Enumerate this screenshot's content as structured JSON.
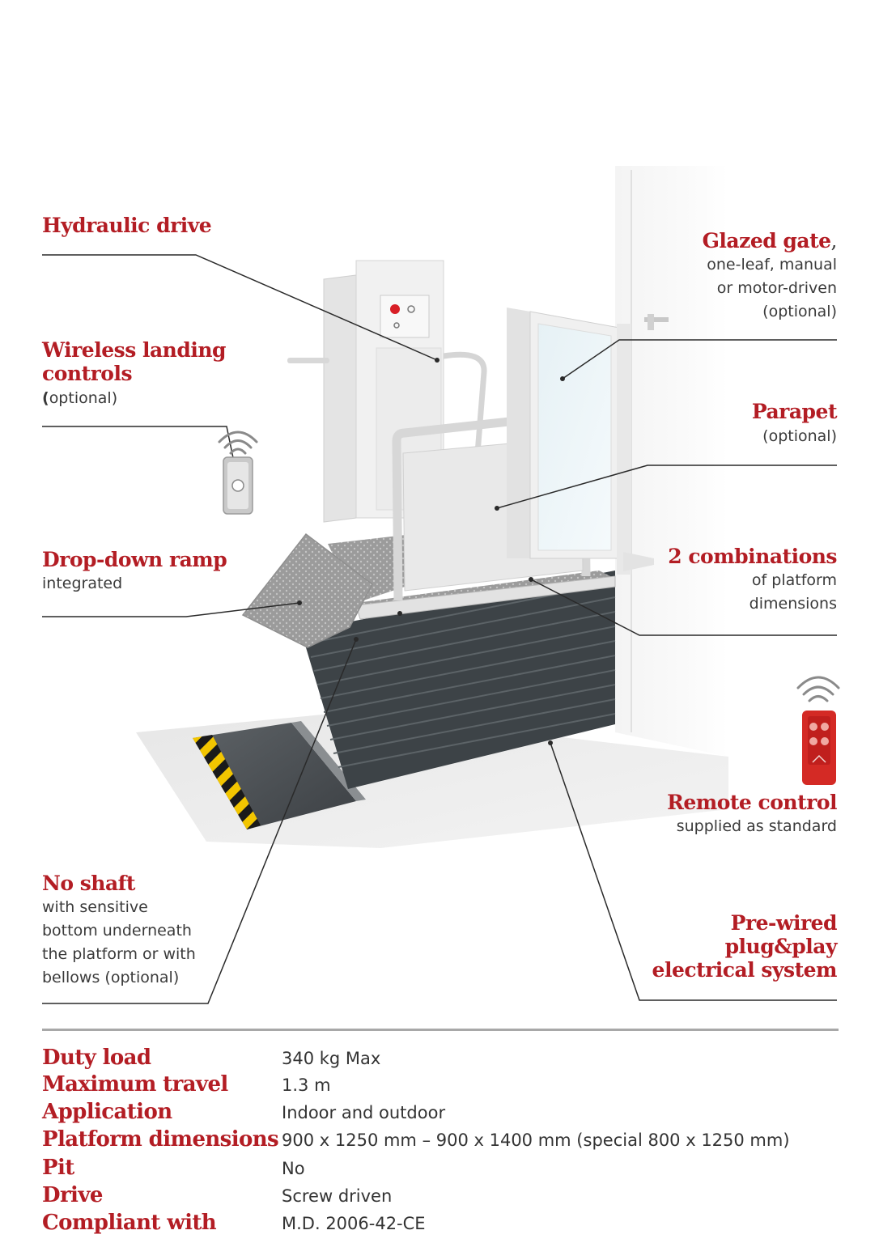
{
  "features": {
    "hydraulic": {
      "title": "Hydraulic drive"
    },
    "wireless": {
      "title_line1": "Wireless landing",
      "title_line2": "controls",
      "paren_open": "(",
      "subtitle": "optional)"
    },
    "ramp": {
      "title": "Drop-down ramp",
      "subtitle": "integrated"
    },
    "shaft": {
      "title": "No shaft",
      "lines": [
        "with sensitive",
        "bottom underneath",
        "the platform or with",
        "bellows (optional)"
      ]
    },
    "gate": {
      "title": "Glazed gate",
      "comma": ",",
      "lines": [
        "one-leaf, manual",
        "or motor-driven",
        "(optional)"
      ]
    },
    "parapet": {
      "title": "Parapet",
      "subtitle": "(optional)"
    },
    "combinations": {
      "title": "2 combinations",
      "lines": [
        "of platform",
        "dimensions"
      ]
    },
    "remote": {
      "title": "Remote control",
      "subtitle": "supplied as standard"
    },
    "wired": {
      "lines": [
        "Pre-wired",
        "plug&play",
        "electrical system"
      ]
    }
  },
  "specs": [
    {
      "key": "Duty load",
      "value": "340 kg Max"
    },
    {
      "key": "Maximum travel",
      "value": "1.3 m"
    },
    {
      "key": "Application",
      "value": "Indoor and outdoor"
    },
    {
      "key": "Platform dimensions",
      "value": "900 x 1250 mm – 900 x 1400 mm (special 800 x 1250 mm)"
    },
    {
      "key": "Pit",
      "value": "No"
    },
    {
      "key": "Drive",
      "value": "Screw driven"
    },
    {
      "key": "Compliant with",
      "value": "M.D. 2006-42-CE"
    }
  ],
  "colors": {
    "accent": "#b31d24",
    "text": "#3a3a3a",
    "bellows": "#3d4347",
    "hazard": "#f2c500"
  },
  "icons": [
    "wireless-signal-icon",
    "remote-control-icon",
    "landing-control-icon"
  ]
}
